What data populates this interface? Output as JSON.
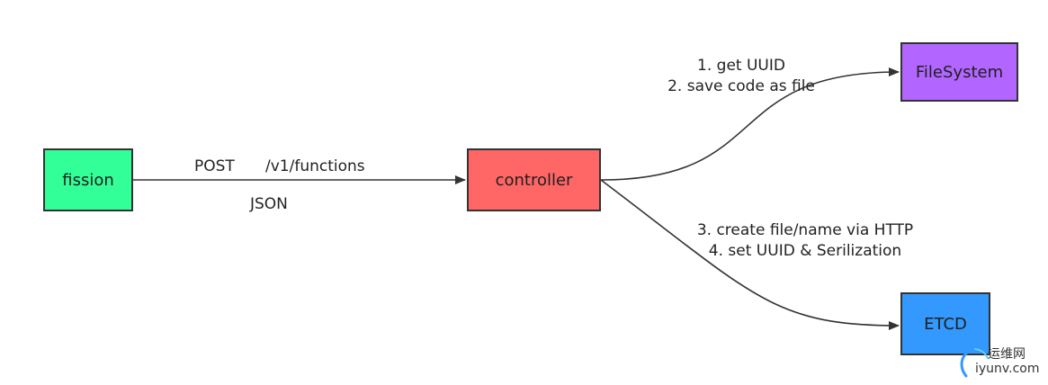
{
  "nodes": {
    "fission": "fission",
    "controller": "controller",
    "filesystem": "FileSystem",
    "etcd": "ETCD"
  },
  "edges": {
    "post": "POST",
    "path": "/v1/functions",
    "json": "JSON",
    "step1": "1. get UUID",
    "step2": "2. save code as file",
    "step3": "3. create file/name via HTTP",
    "step4": "4. set UUID & Serilization"
  },
  "watermark": {
    "cn": "运维网",
    "en": "iyunv.com"
  },
  "colors": {
    "fission": "#33ff99",
    "controller": "#ff6666",
    "filesystem": "#b266ff",
    "etcd": "#3399ff"
  }
}
